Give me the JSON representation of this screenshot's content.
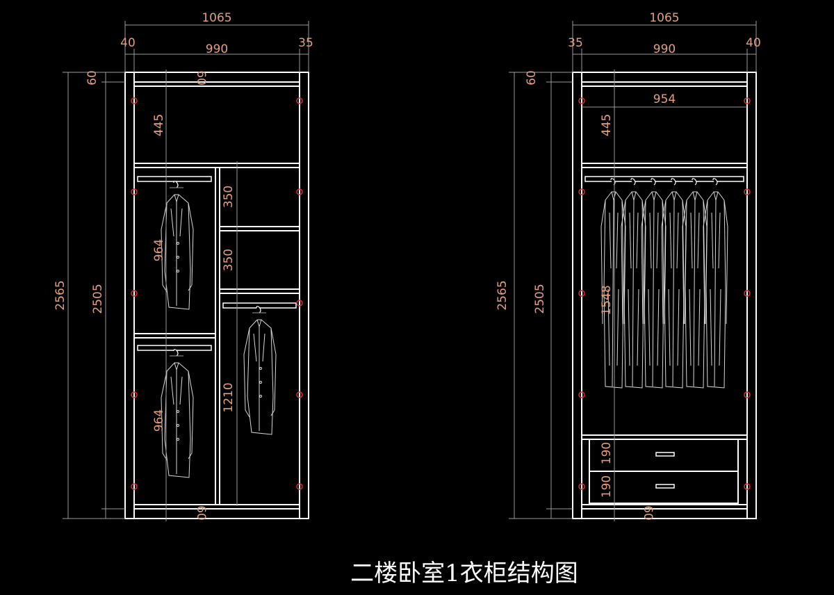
{
  "title": "二楼卧室1衣柜结构图",
  "colors": {
    "background": "#000000",
    "lines": "#ffffff",
    "dim_text": "#e0a080",
    "dim_lines": "#9a9a9a",
    "shelf_pins": "#e03030"
  },
  "left_cabinet": {
    "dims": {
      "overall_width": "1065",
      "left_side": "40",
      "inner_width": "990",
      "right_side": "35",
      "top_panel": "60",
      "top_panel_inner": "60",
      "overall_height": "2565",
      "inner_height": "2505",
      "top_compartment": "445",
      "right_shelf_1": "350",
      "right_shelf_2": "350",
      "left_hanging_upper": "964",
      "left_hanging_lower": "964",
      "right_hanging": "1210",
      "bottom_panel": "60"
    }
  },
  "right_cabinet": {
    "dims": {
      "overall_width": "1065",
      "left_side": "35",
      "inner_width": "990",
      "right_side": "40",
      "top_panel": "60",
      "rod_width": "954",
      "overall_height": "2565",
      "inner_height": "2505",
      "top_compartment": "445",
      "hanging_height": "1548",
      "drawer_upper": "190",
      "drawer_lower": "190",
      "bottom_panel": "60"
    }
  }
}
